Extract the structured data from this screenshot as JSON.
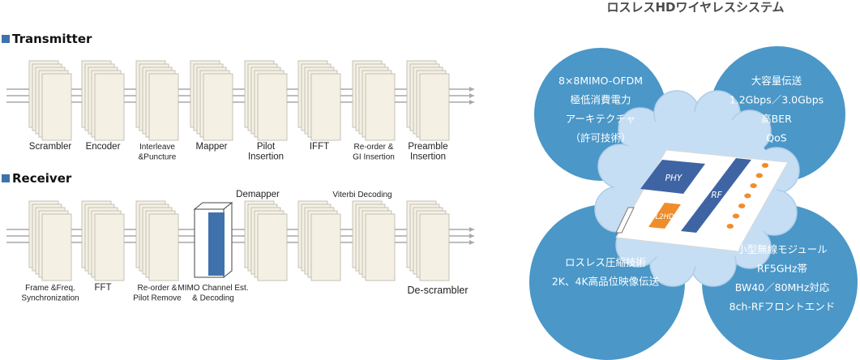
{
  "transmitter": {
    "title": "Transmitter",
    "blocks": [
      {
        "lines": [
          "Scrambler"
        ]
      },
      {
        "lines": [
          "Encoder"
        ]
      },
      {
        "lines": [
          "Interleave",
          "&Puncture"
        ]
      },
      {
        "lines": [
          "Mapper"
        ]
      },
      {
        "lines": [
          "Pilot",
          "Insertion"
        ]
      },
      {
        "lines": [
          "IFFT"
        ]
      },
      {
        "lines": [
          "Re-order &",
          "GI Insertion"
        ]
      },
      {
        "lines": [
          "Preamble",
          "Insertion"
        ]
      }
    ]
  },
  "receiver": {
    "title": "Receiver",
    "blocks": [
      {
        "lines": [
          "Frame &Freq.",
          "Synchronization"
        ]
      },
      {
        "lines": [
          "FFT"
        ]
      },
      {
        "lines": [
          "Re-order &",
          "Pilot Remove"
        ]
      },
      {
        "lines": [
          "MIMO Channel Est.",
          "& Decoding"
        ]
      },
      {
        "lines": []
      },
      {
        "lines": []
      },
      {
        "lines": []
      },
      {
        "lines": []
      }
    ],
    "top_labels": {
      "demapper": "Demapper",
      "viterbi": "Viterbi Decoding"
    },
    "descrambler": "De-scrambler"
  },
  "system": {
    "title": "ロスレスHDワイヤレスシステム",
    "circles": [
      {
        "lines": [
          "8×8MIMO-OFDM",
          "極低消費電力",
          "アーキテクチャ",
          "（許可技術）"
        ]
      },
      {
        "lines": [
          "大容量伝送",
          "1.2Gbps／3.0Gbps",
          "高BER",
          "QoS"
        ]
      },
      {
        "lines": [
          "ロスレス圧縮技術",
          "2K、4K高品位映像伝送"
        ]
      },
      {
        "lines": [
          "小型無線モジュール",
          "RF5GHz帯",
          "BW40／80MHz対応",
          "8ch-RFフロントエンド"
        ]
      }
    ],
    "chip": {
      "phy": "PHY",
      "rf": "RF",
      "l2hd": "L2HD"
    }
  },
  "colors": {
    "circle": "#4a97c8",
    "cloud": "#c6def3",
    "mimo_block": "#3f72ad",
    "square": "#3f72ad",
    "chip_blue": "#3f64a4",
    "chip_orange": "#ef8d2b",
    "block_fill": "#f4f1e4",
    "block_stroke": "#b8b5a8"
  }
}
